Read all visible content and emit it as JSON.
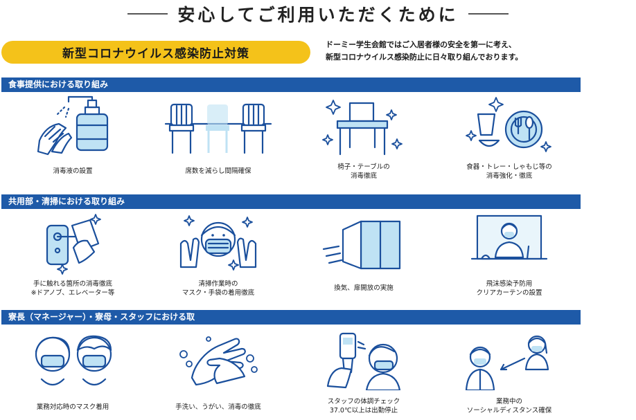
{
  "title": "安心してご利用いただくために",
  "badge": "新型コロナウイルス感染防止対策",
  "intro": {
    "line1": "ドーミー学生会館ではご入居者様の安全を第一に考え、",
    "line2": "新型コロナウイルス感染防止に日々取り組んでおります。"
  },
  "sections": [
    {
      "heading": "食事提供における取り組み",
      "items": [
        {
          "icon": "hand-sanitizer-icon",
          "lines": [
            "消毒液の設置"
          ]
        },
        {
          "icon": "spaced-chairs-icon",
          "lines": [
            "席数を減らし間隔確保"
          ]
        },
        {
          "icon": "clean-table-icon",
          "lines": [
            "椅子・テーブルの",
            "消毒徹底"
          ]
        },
        {
          "icon": "tableware-icon",
          "lines": [
            "食器・トレー・しゃもじ等の",
            "消毒強化・徹底"
          ]
        }
      ]
    },
    {
      "heading": "共用部・清掃における取り組み",
      "items": [
        {
          "icon": "door-handle-wipe-icon",
          "lines": [
            "手に触れる箇所の消毒徹底",
            "※ドアノブ、エレベーター等"
          ]
        },
        {
          "icon": "cleaning-staff-mask-icon",
          "lines": [
            "清掃作業時の",
            "マスク・手袋の着用徹底"
          ]
        },
        {
          "icon": "open-window-icon",
          "lines": [
            "換気、扉開放の実施"
          ]
        },
        {
          "icon": "clear-curtain-icon",
          "lines": [
            "飛沫感染予防用",
            "クリアカーテンの設置"
          ]
        }
      ]
    },
    {
      "heading": "寮長（マネージャー）・寮母・スタッフにおける取",
      "items": [
        {
          "icon": "staff-masks-icon",
          "lines": [
            "業務対応時のマスク着用"
          ]
        },
        {
          "icon": "hand-washing-icon",
          "lines": [
            "手洗い、うがい、消毒の徹底"
          ]
        },
        {
          "icon": "thermometer-check-icon",
          "lines": [
            "スタッフの体調チェック",
            "37.0℃以上は出勤停止"
          ]
        },
        {
          "icon": "social-distance-icon",
          "lines": [
            "業務中の",
            "ソーシャルディスタンス確保"
          ]
        }
      ]
    }
  ]
}
